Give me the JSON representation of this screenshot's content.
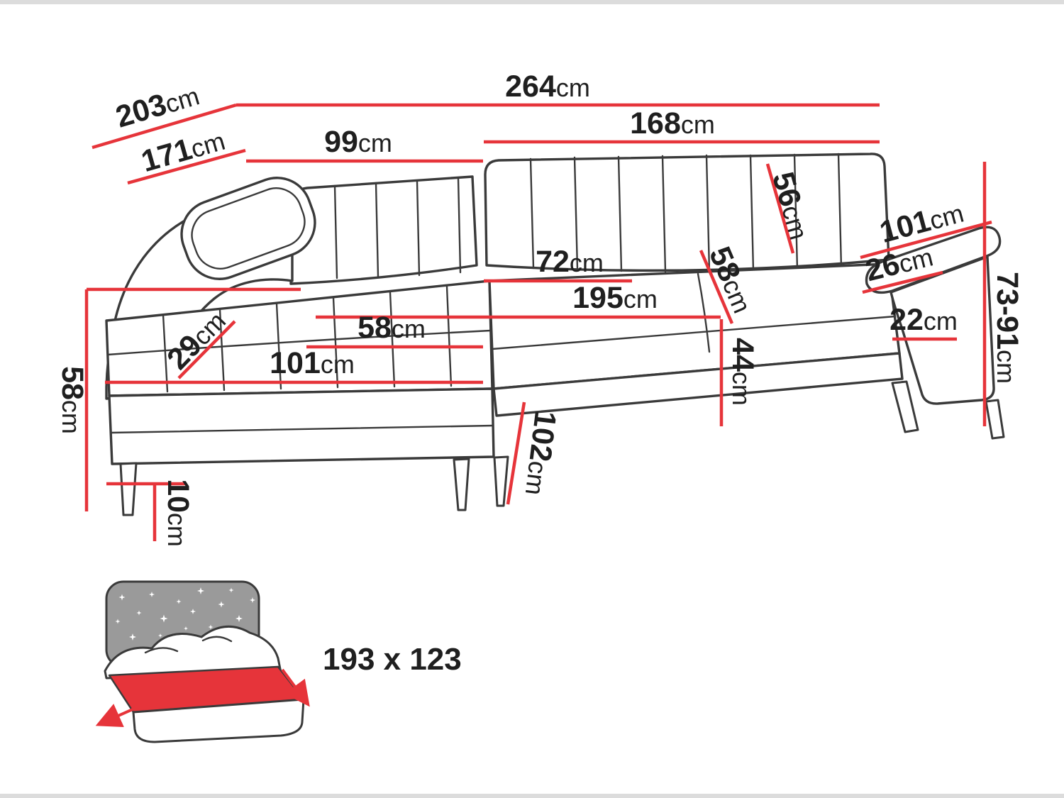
{
  "diagram": {
    "colors": {
      "dimension_red": "#e6343a",
      "outline": "#3a3a3a",
      "star_gray": "#9a9a9a",
      "text": "#1f1f1f"
    },
    "dims": {
      "overall_width": {
        "v": "264",
        "u": "cm"
      },
      "overall_depth": {
        "v": "203",
        "u": "cm"
      },
      "depth_inner": {
        "v": "171",
        "u": "cm"
      },
      "back_left_width": {
        "v": "99",
        "u": "cm"
      },
      "back_right_width": {
        "v": "168",
        "u": "cm"
      },
      "backrest_height": {
        "v": "56",
        "u": "cm"
      },
      "armrest_length": {
        "v": "101",
        "u": "cm"
      },
      "armrest_top_width": {
        "v": "26",
        "u": "cm"
      },
      "overall_height_range": {
        "v": "73-91",
        "u": "cm"
      },
      "seat_depth": {
        "v": "72",
        "u": "cm"
      },
      "backrest_seat_height": {
        "v": "58",
        "u": "cm"
      },
      "seat_width": {
        "v": "195",
        "u": "cm"
      },
      "armrest_shelf": {
        "v": "22",
        "u": "cm"
      },
      "corner_seat": {
        "v": "29",
        "u": "cm"
      },
      "chaise_width": {
        "v": "58",
        "u": "cm"
      },
      "chaise_length": {
        "v": "101",
        "u": "cm"
      },
      "seat_height": {
        "v": "44",
        "u": "cm"
      },
      "side_height": {
        "v": "58",
        "u": "cm"
      },
      "leg_height": {
        "v": "10",
        "u": "cm"
      },
      "chaise_depth": {
        "v": "102",
        "u": "cm"
      }
    },
    "sleeping": {
      "label": "193 x 123"
    }
  }
}
